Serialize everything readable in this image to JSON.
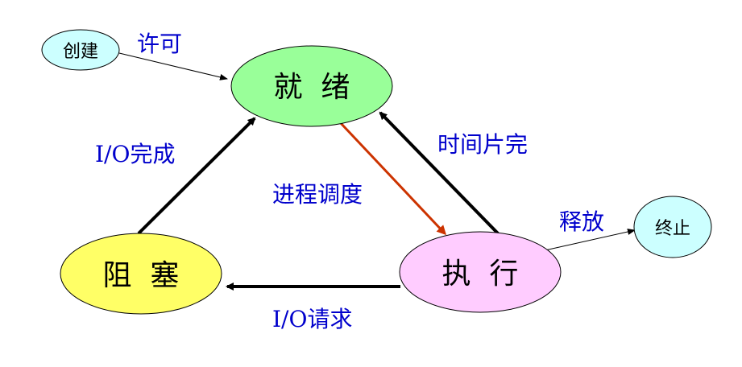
{
  "nodes": {
    "create": {
      "label": "创建",
      "fill": "#ccffff"
    },
    "ready": {
      "label": "就  绪",
      "fill": "#99ff99"
    },
    "blocked": {
      "label": "阻  塞",
      "fill": "#ffff66"
    },
    "running": {
      "label": "执  行",
      "fill": "#ffccff"
    },
    "exit": {
      "label": "终止",
      "fill": "#ccffff"
    }
  },
  "edges": {
    "create_to_ready": {
      "label": "许可"
    },
    "blocked_to_ready": {
      "label": "I/O完成"
    },
    "ready_to_running": {
      "label": "进程调度",
      "color": "#cc3300"
    },
    "running_to_ready": {
      "label": "时间片完"
    },
    "running_to_exit": {
      "label": "释放"
    },
    "running_to_blocked": {
      "label": "I/O请求"
    }
  },
  "colors": {
    "edge_label": "#0000cc",
    "outline": "#000000"
  }
}
